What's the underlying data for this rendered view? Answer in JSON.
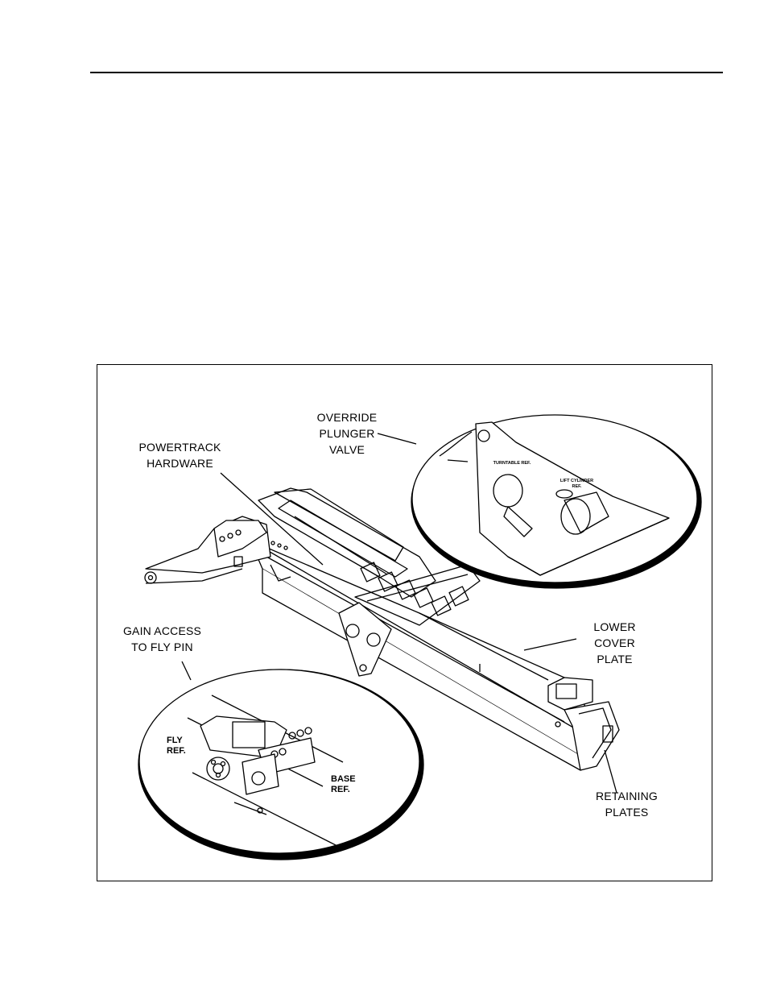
{
  "figure": {
    "callouts": {
      "override_plunger_valve": "OVERRIDE\nPLUNGER\nVALVE",
      "powertrack_hardware": "POWERTRACK\nHARDWARE",
      "gain_access": "GAIN ACCESS\nTO FLY PIN",
      "lower_cover_plate": "LOWER\nCOVER\nPLATE",
      "retaining_plates": "RETAINING\nPLATES"
    },
    "detail_labels": {
      "turntable_ref": "TURNTABLE REF.",
      "lift_cylinder_ref": "LIFT CYLINDER\nREF.",
      "fly_ref": "FLY\nREF.",
      "base_ref": "BASE\nREF."
    }
  }
}
